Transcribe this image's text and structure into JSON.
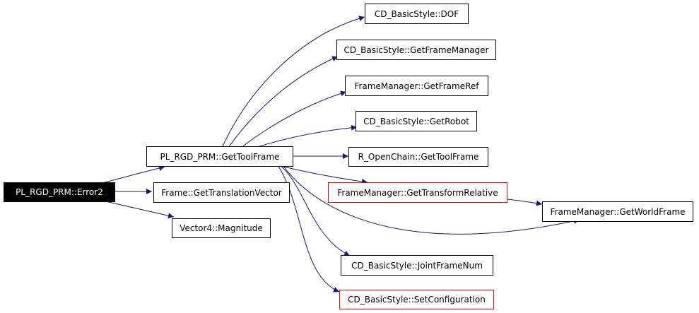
{
  "colors": {
    "edge": "#191970",
    "node_border": "#000000",
    "highlight_border": "#ff0000",
    "root_fill": "#000000",
    "root_text": "#ffffff"
  },
  "nodes": {
    "root": "PL_RGD_PRM::Error2",
    "get_tool_frame": "PL_RGD_PRM::GetToolFrame",
    "get_translation_vector": "Frame::GetTranslationVector",
    "magnitude": "Vector4::Magnitude",
    "dof": "CD_BasicStyle::DOF",
    "get_frame_manager": "CD_BasicStyle::GetFrameManager",
    "get_frame_ref": "FrameManager::GetFrameRef",
    "get_robot": "CD_BasicStyle::GetRobot",
    "open_chain_get_tool_frame": "R_OpenChain::GetToolFrame",
    "get_transform_relative": "FrameManager::GetTransformRelative",
    "get_world_frame": "FrameManager::GetWorldFrame",
    "joint_frame_num": "CD_BasicStyle::JointFrameNum",
    "set_configuration": "CD_BasicStyle::SetConfiguration"
  }
}
